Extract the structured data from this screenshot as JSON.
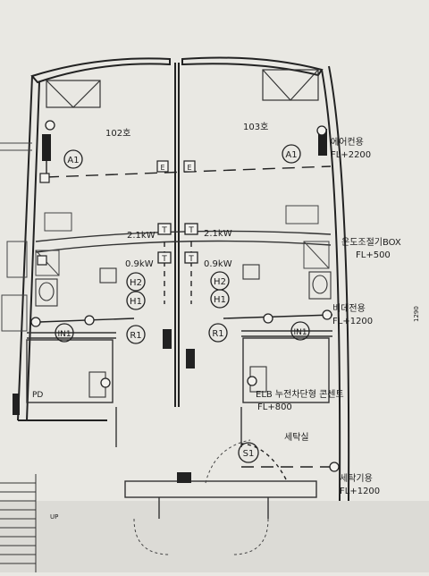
{
  "rooms": {
    "left": "102호",
    "right": "103호",
    "laundry": "세탁실"
  },
  "labels": {
    "aircon": "에어컨용",
    "aircon_height": "FL+2200",
    "thermostat_box": "온도조절기BOX",
    "thermostat_height": "FL+500",
    "bidet": "비데전용",
    "bidet_height": "FL+1200",
    "elcb_outlet": "ELB 누전차단형 콘센트",
    "elcb_height": "FL+800",
    "washer": "세탁기용",
    "washer_height": "FL+1200",
    "power_left_upper": "2.1kW",
    "power_left_lower": "0.9kW",
    "power_right_upper": "2.1kW",
    "power_right_lower": "0.9kW",
    "pd": "PD",
    "up": "UP",
    "margin_num": "1290"
  },
  "symbols": {
    "a1_left": "A1",
    "a1_right": "A1",
    "h2_left": "H2",
    "h1_left": "H1",
    "h2_right": "H2",
    "h1_right": "H1",
    "r1_left": "R1",
    "r1_right": "R1",
    "in1_left": "IN1",
    "in1_right": "IN1",
    "s1": "S1",
    "t": "T",
    "e": "E"
  }
}
